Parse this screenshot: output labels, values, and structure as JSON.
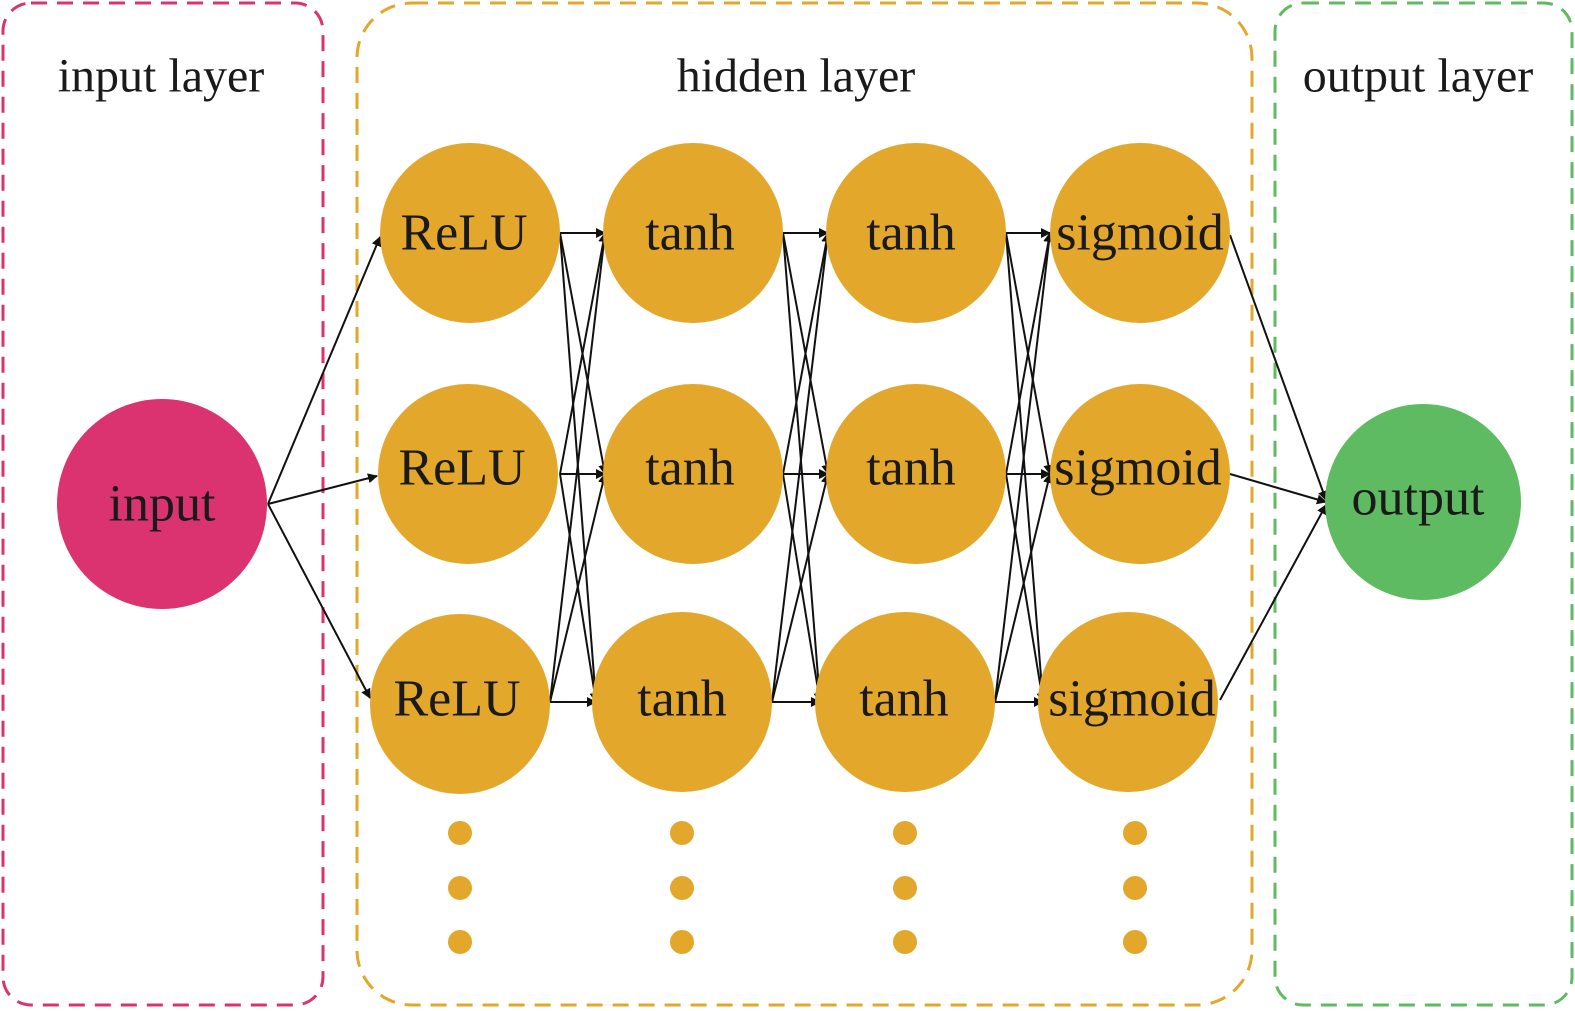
{
  "colors": {
    "input": "#DA336F",
    "hidden": "#E2A72B",
    "output": "#5FBB62",
    "edge": "#111111"
  },
  "sections": {
    "input_title": "input layer",
    "hidden_title": "hidden layer",
    "output_title": "output layer"
  },
  "nodes": {
    "input_label": "input",
    "output_label": "output",
    "hidden_columns": [
      {
        "activation": "ReLU",
        "rows": [
          "ReLU",
          "ReLU",
          "ReLU"
        ]
      },
      {
        "activation": "tanh",
        "rows": [
          "tanh",
          "tanh",
          "tanh"
        ]
      },
      {
        "activation": "tanh",
        "rows": [
          "tanh",
          "tanh",
          "tanh"
        ]
      },
      {
        "activation": "sigmoid",
        "rows": [
          "sigmoid",
          "sigmoid",
          "sigmoid"
        ]
      }
    ]
  },
  "continuation_marker": "ellipsis-dots"
}
